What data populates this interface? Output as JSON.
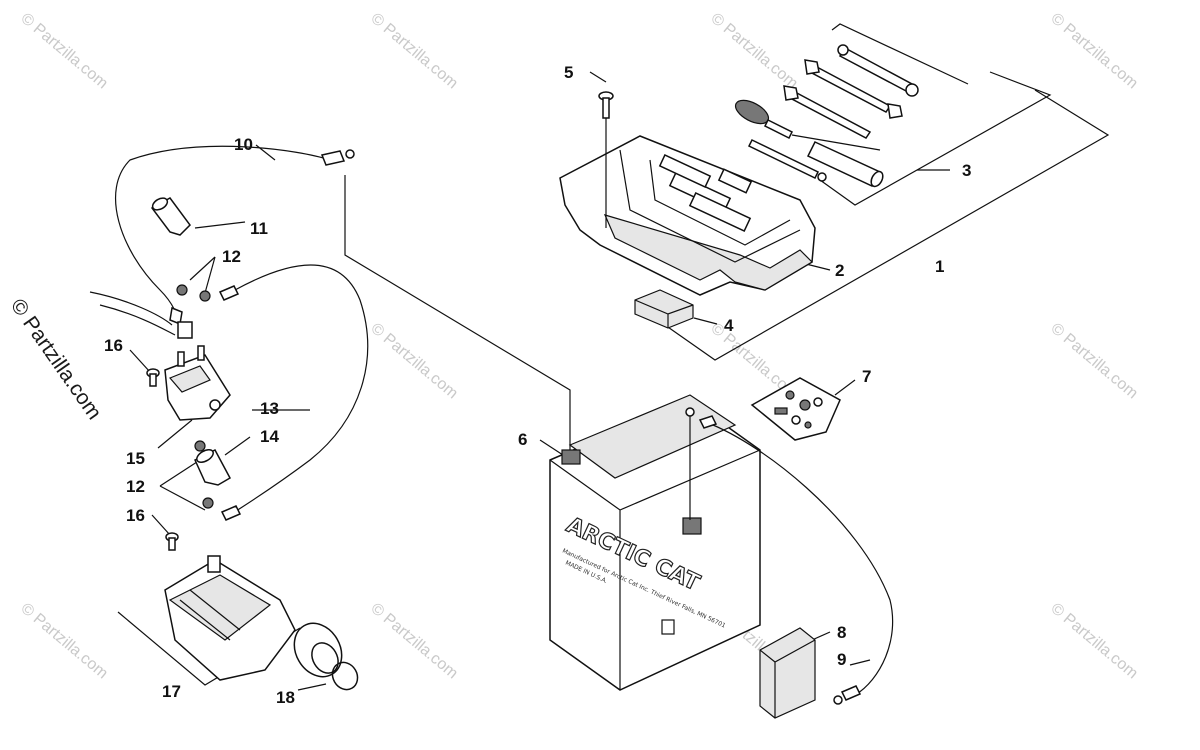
{
  "watermark": {
    "text": "© Partzilla.com",
    "side_text": "© Partzilla.com"
  },
  "battery": {
    "brand": "ARCTIC CAT",
    "fine_print_1": "Manufactured for Arctic Cat Inc. Thief River Falls, MN 56701",
    "fine_print_2": "MADE IN U.S.A."
  },
  "callouts": {
    "c1": "1",
    "c2": "2",
    "c3": "3",
    "c4": "4",
    "c5": "5",
    "c6": "6",
    "c7": "7",
    "c8": "8",
    "c9": "9",
    "c10": "10",
    "c11": "11",
    "c12a": "12",
    "c12b": "12",
    "c13": "13",
    "c14": "14",
    "c15": "15",
    "c16a": "16",
    "c16b": "16",
    "c17": "17",
    "c18": "18"
  }
}
